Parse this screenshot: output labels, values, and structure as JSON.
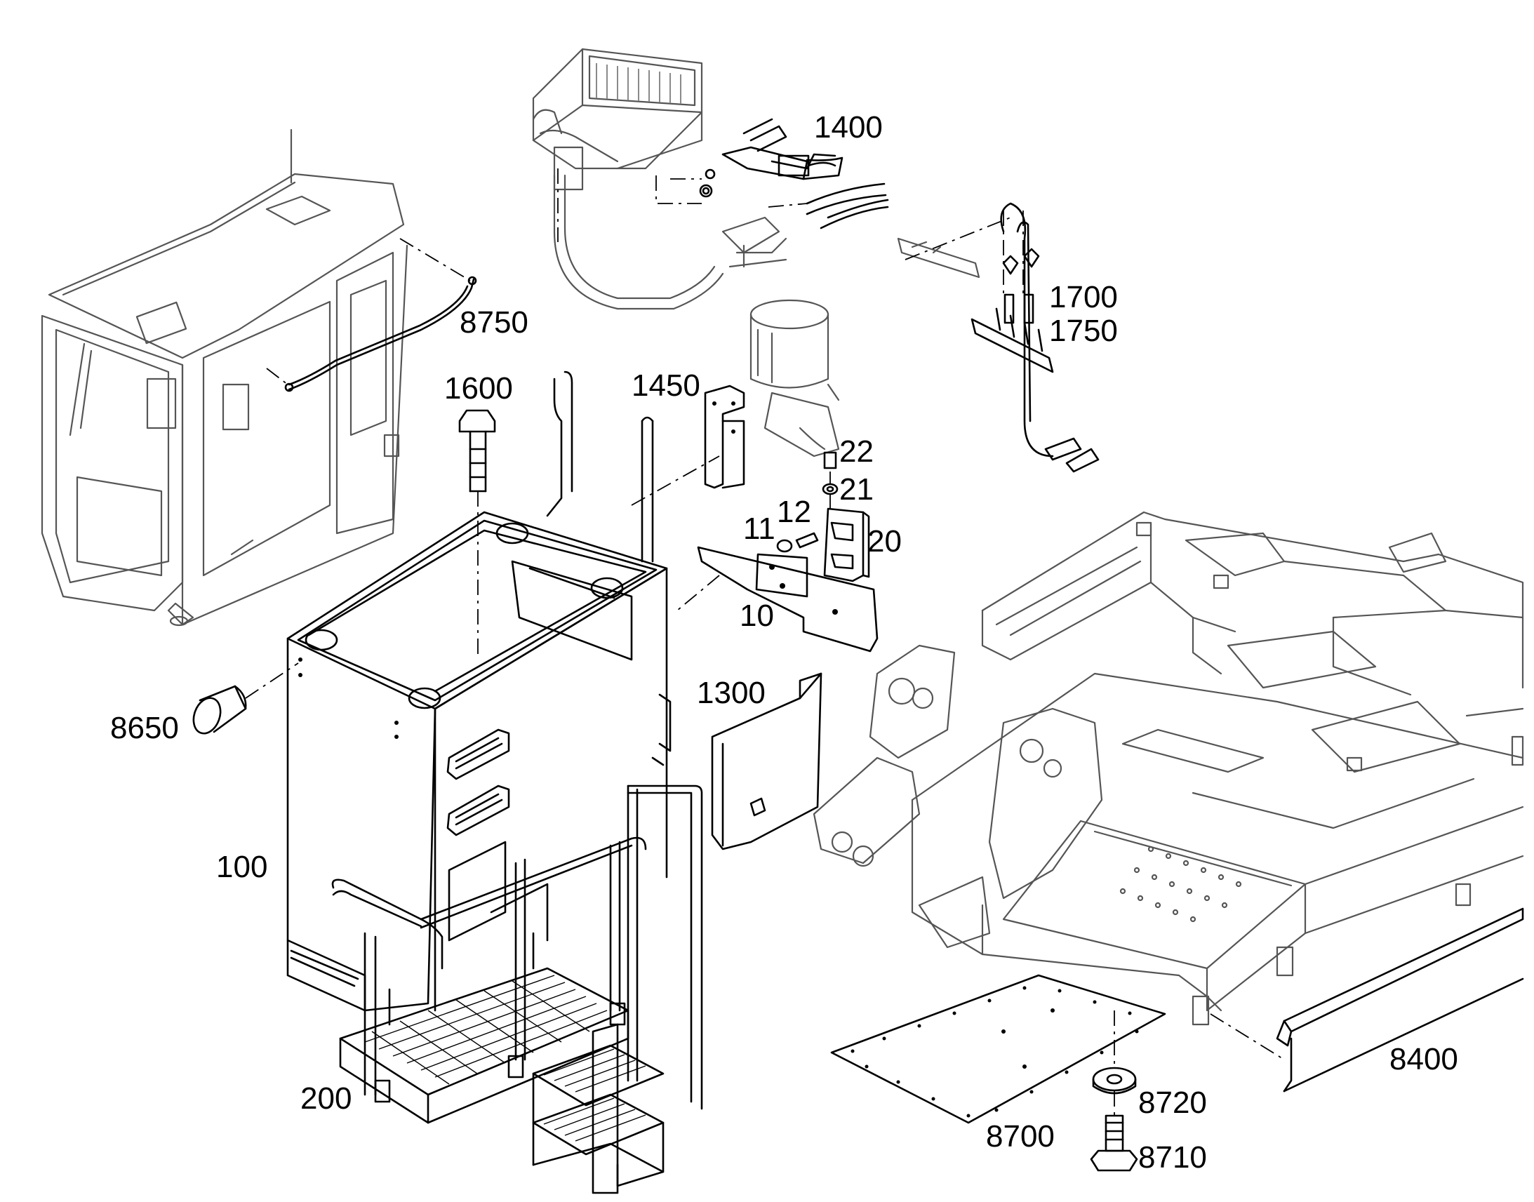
{
  "diagram": {
    "colors": {
      "line": "#000000",
      "ghost": "#555555",
      "background": "#ffffff"
    },
    "labels": {
      "p10": "10",
      "p11": "11",
      "p12": "12",
      "p20": "20",
      "p21": "21",
      "p22": "22",
      "p100": "100",
      "p200": "200",
      "p1300": "1300",
      "p1400": "1400",
      "p1450": "1450",
      "p1600": "1600",
      "p1700": "1700",
      "p1750": "1750",
      "p8400": "8400",
      "p8650": "8650",
      "p8700": "8700",
      "p8710": "8710",
      "p8720": "8720",
      "p8750": "8750"
    }
  }
}
